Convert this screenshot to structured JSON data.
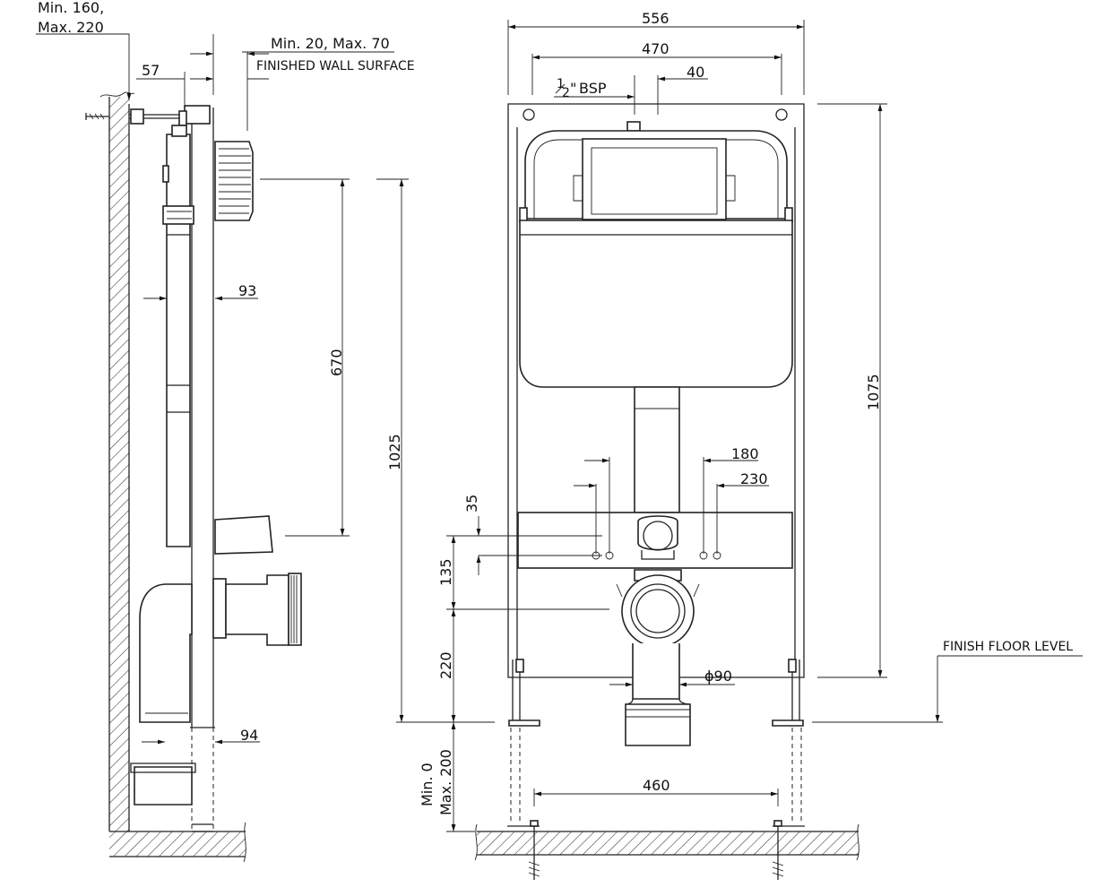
{
  "side_view": {
    "wall_depth_line1": "Min. 160,",
    "wall_depth_line2": "Max. 220",
    "dim_57": "57",
    "finish_range": "Min. 20, Max. 70",
    "finished_wall_surface": "FINISHED WALL SURFACE",
    "dim_93": "93",
    "dim_670": "670",
    "dim_1025": "1025",
    "dim_94": "94"
  },
  "front_view": {
    "dim_556": "556",
    "dim_470": "470",
    "dim_40": "40",
    "bsp_label": "BSP",
    "dim_180": "180",
    "dim_230": "230",
    "dim_35": "35",
    "dim_135": "135",
    "dim_220": "220",
    "dim_phi90": "ϕ90",
    "dim_1075": "1075",
    "finish_floor_level": "FINISH FLOOR LEVEL",
    "floor_min": "Min. 0",
    "floor_max": "Max. 200",
    "dim_460": "460"
  }
}
